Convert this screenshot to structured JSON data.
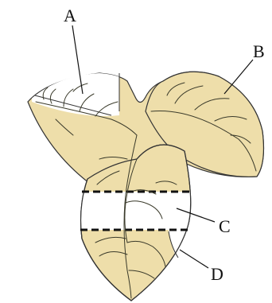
{
  "labels": {
    "a": "A",
    "b": "B",
    "c": "C",
    "d": "D"
  },
  "colors": {
    "leaf_fill": "#EEDEAA",
    "uncovered_fill": "#FFFFFF",
    "outline": "#333333",
    "vein": "#3A3A2A",
    "pointer_line": "#111111",
    "dashed_band": "#111111"
  }
}
